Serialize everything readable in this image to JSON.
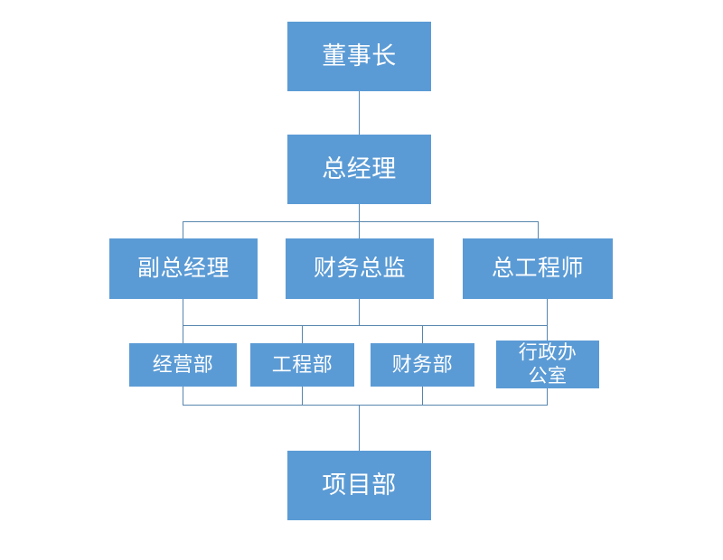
{
  "chart_data": {
    "type": "diagram",
    "diagram_type": "organization-chart",
    "title": "",
    "accent_color": "#5B9BD5",
    "connector_color": "#5786AD",
    "text_color": "#FFFFFF",
    "background_color": "#FFFFFF",
    "levels": [
      {
        "level": 1,
        "nodes": [
          "董事长"
        ]
      },
      {
        "level": 2,
        "nodes": [
          "总经理"
        ]
      },
      {
        "level": 3,
        "nodes": [
          "副总经理",
          "财务总监",
          "总工程师"
        ]
      },
      {
        "level": 4,
        "nodes": [
          "经营部",
          "工程部",
          "财务部",
          "行政办公室"
        ]
      },
      {
        "level": 5,
        "nodes": [
          "项目部"
        ]
      }
    ],
    "edges": [
      {
        "from": "董事长",
        "to": "总经理"
      },
      {
        "from": "总经理",
        "to": "副总经理"
      },
      {
        "from": "总经理",
        "to": "财务总监"
      },
      {
        "from": "总经理",
        "to": "总工程师"
      },
      {
        "from": "副总经理",
        "to": "经营部"
      },
      {
        "from": "副总经理",
        "to": "工程部"
      },
      {
        "from": "财务总监",
        "to": "财务部"
      },
      {
        "from": "总工程师",
        "to": "行政办公室"
      },
      {
        "from": "经营部",
        "to": "项目部"
      },
      {
        "from": "工程部",
        "to": "项目部"
      },
      {
        "from": "财务部",
        "to": "项目部"
      },
      {
        "from": "行政办公室",
        "to": "项目部"
      }
    ]
  },
  "nodes": {
    "chairman": {
      "label": "董事长"
    },
    "general_manager": {
      "label": "总经理"
    },
    "deputy_general_manager": {
      "label": "副总经理"
    },
    "finance_director": {
      "label": "财务总监"
    },
    "chief_engineer": {
      "label": "总工程师"
    },
    "operations_dept": {
      "label": "经营部"
    },
    "engineering_dept": {
      "label": "工程部"
    },
    "finance_dept": {
      "label": "财务部"
    },
    "admin_office": {
      "label": "行政办\n公室"
    },
    "project_dept": {
      "label": "项目部"
    }
  }
}
